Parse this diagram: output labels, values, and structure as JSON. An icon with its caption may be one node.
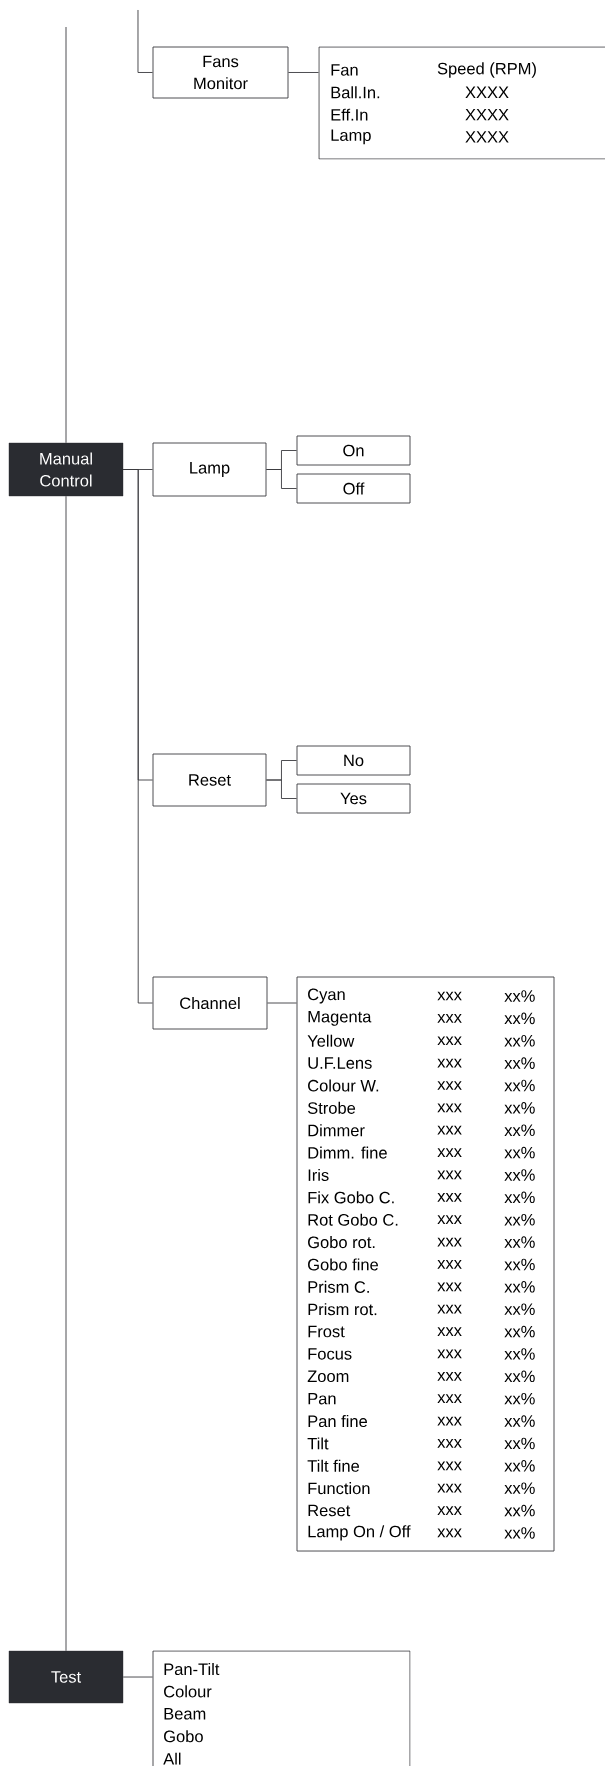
{
  "diagram": {
    "nodes": [
      {
        "text": [
          "Fans Monitor"
        ]
      },
      {
        "text": [
          "Fan",
          "Speed (RPM)",
          "Ball.In.",
          "XXXX",
          "Eff.In",
          "XXXX",
          "Lamp",
          "XXXX"
        ]
      },
      {
        "text": [
          "Manual Control"
        ]
      },
      {
        "text": [
          "Lamp"
        ]
      },
      {
        "text": [
          "On"
        ]
      },
      {
        "text": [
          "Off"
        ]
      },
      {
        "text": [
          "Reset"
        ]
      },
      {
        "text": [
          "No"
        ]
      },
      {
        "text": [
          "Yes"
        ]
      },
      {
        "text": [
          "Channel"
        ]
      },
      {
        "text": [
          "Cyan",
          "xxx",
          "xx%",
          "Magenta",
          "xxx",
          "xx%",
          "Yellow",
          "xxx",
          "xx%",
          "U.F.Lens",
          "xxx",
          "xx%",
          "Colour W.",
          "xxx",
          "xx%",
          "Strobe",
          "xxx",
          "xx%",
          "Dimmer",
          "xxx",
          "xx%",
          "Dimm. fine",
          "xxx",
          "xx%",
          "Iris",
          "xxx",
          "xx%",
          "Fix Gobo C.",
          "xxx",
          "xx%",
          "Rot Gobo C.",
          "xxx",
          "xx%",
          "Gobo rot.",
          "xxx",
          "xx%",
          "Gobo fine",
          "xxx",
          "xx%",
          "Prism C.",
          "xxx",
          "xx%",
          "Prism rot.",
          "xxx",
          "xx%",
          "Frost",
          "xxx",
          "xx%",
          "Focus",
          "xxx",
          "xx%",
          "Zoom",
          "xxx",
          "xx%",
          "Pan",
          "xxx",
          "xx%",
          "Pan fine",
          "xxx",
          "xx%",
          "Tilt",
          "xxx",
          "xx%",
          "Tilt fine",
          "xxx",
          "xx%",
          "Function",
          "xxx",
          "xx%",
          "Reset",
          "xxx",
          "xx%",
          "Lamp On / Off",
          "xxx",
          "xx%"
        ]
      },
      {
        "text": [
          "Test"
        ]
      },
      {
        "text": [
          "Pan-Tilt",
          "Colour",
          "Beam",
          "Gobo",
          "All"
        ]
      }
    ],
    "edges": [
      {
        "from": null,
        "to": 0,
        "arrow": "none"
      },
      {
        "from": 0,
        "to": 1,
        "arrow": "none"
      },
      {
        "from": null,
        "to": 2,
        "arrow": "none"
      },
      {
        "from": 2,
        "to": 3,
        "arrow": "none"
      },
      {
        "from": 3,
        "to": 4,
        "arrow": "none"
      },
      {
        "from": 3,
        "to": 5,
        "arrow": "none"
      },
      {
        "from": 2,
        "to": 6,
        "arrow": "none"
      },
      {
        "from": 6,
        "to": 7,
        "arrow": "none"
      },
      {
        "from": 6,
        "to": 8,
        "arrow": "none"
      },
      {
        "from": 2,
        "to": 9,
        "arrow": "none"
      },
      {
        "from": 9,
        "to": 10,
        "arrow": "none"
      },
      {
        "from": 2,
        "to": 11,
        "arrow": "none"
      },
      {
        "from": 11,
        "to": 12,
        "arrow": "none"
      }
    ]
  }
}
